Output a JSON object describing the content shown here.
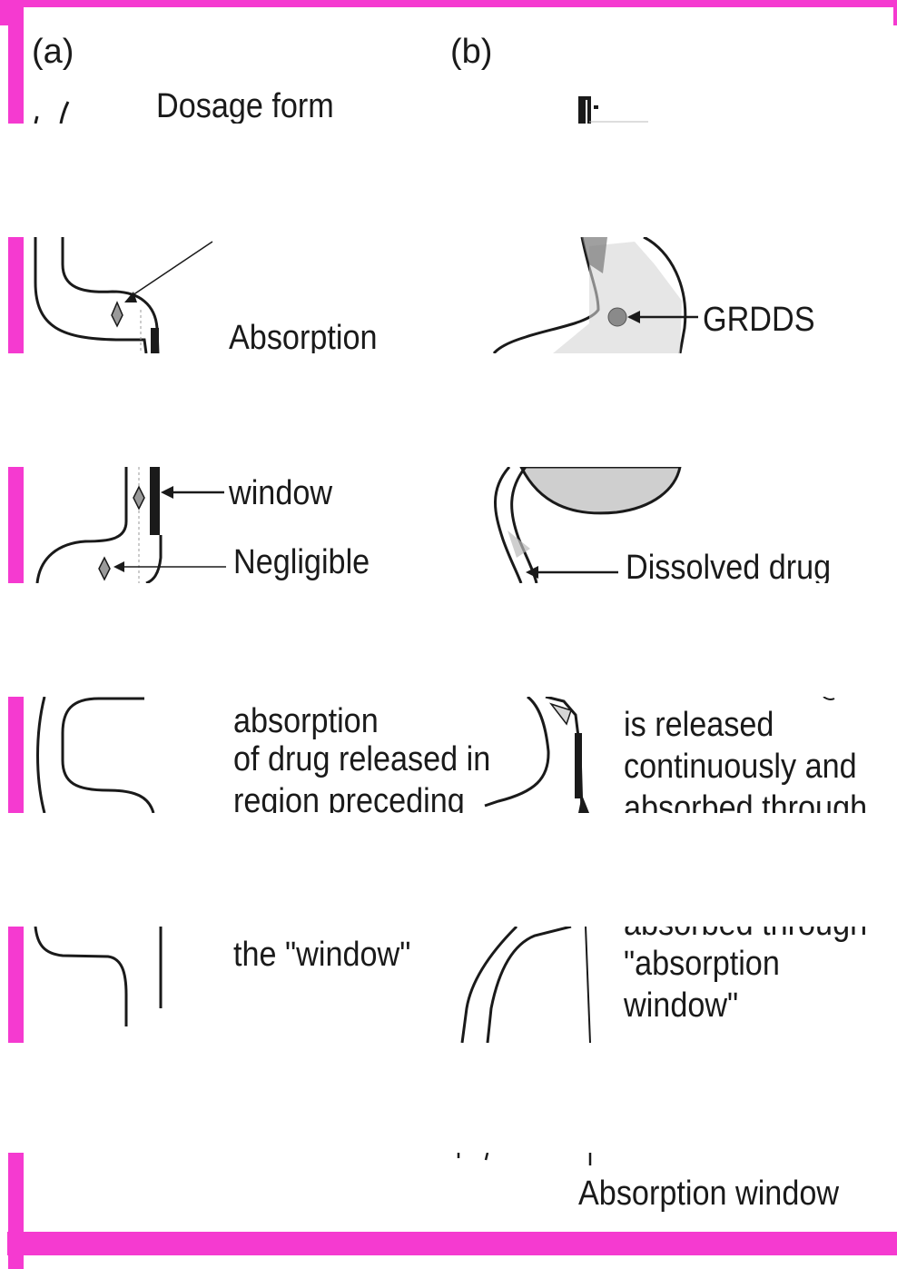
{
  "colors": {
    "frame": "#f53ad0",
    "stomach_fill": "#c8c8c8",
    "dot": "#8a8a8a"
  },
  "panel_a": {
    "tag": "(a)",
    "dosage_form": "Dosage form",
    "absorption": "Absorption",
    "window": "window",
    "negligible": "Negligible",
    "negligible_text": {
      "line1": "absorption",
      "line2": "of drug released in",
      "line3": "region preceding",
      "line4": "the \"window\""
    }
  },
  "panel_b": {
    "tag": "(b)",
    "grdds": "GRDDS",
    "dissolved_drug": "Dissolved drug",
    "release_text": {
      "line1": "is released",
      "line2": "continuously and",
      "line3": "absorbed through",
      "line4": "absorbed through",
      "line5": "\"absorption",
      "line6": "window\""
    },
    "absorption_window": "Absorption window"
  }
}
